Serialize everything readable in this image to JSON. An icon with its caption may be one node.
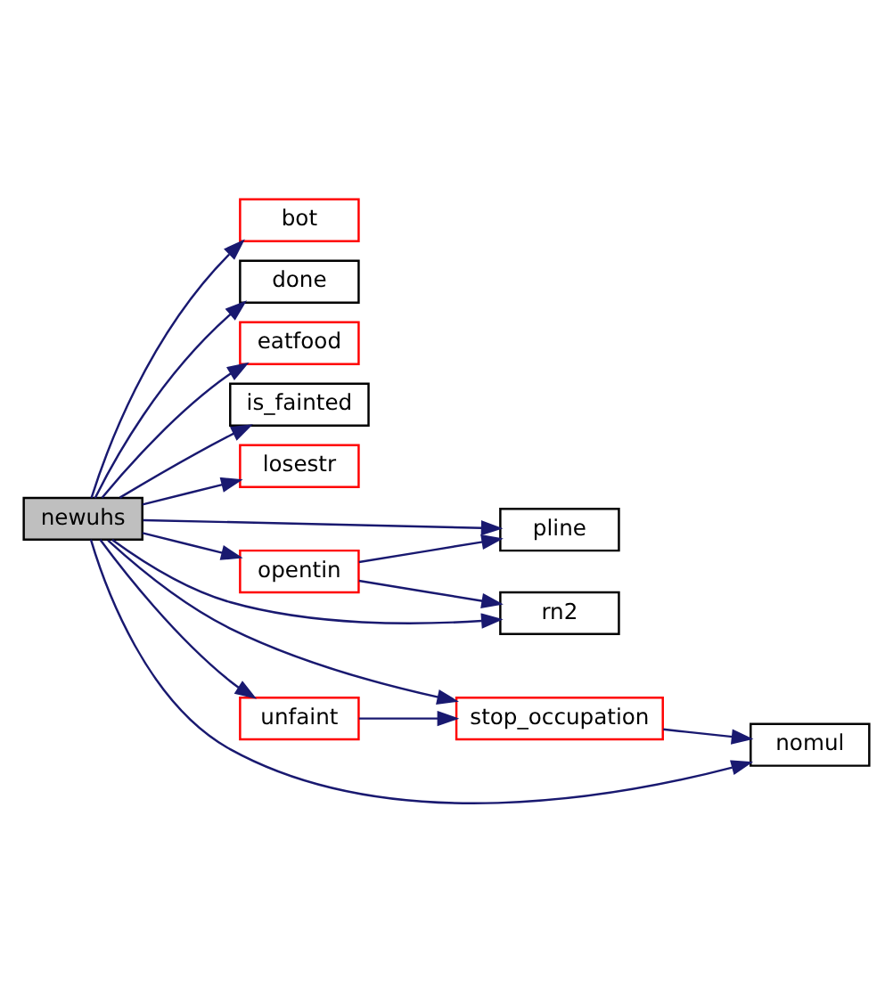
{
  "diagram": {
    "nodes": [
      {
        "text": [
          "newuhs"
        ]
      },
      {
        "text": [
          "bot"
        ]
      },
      {
        "text": [
          "done"
        ]
      },
      {
        "text": [
          "eatfood"
        ]
      },
      {
        "text": [
          "is_fainted"
        ]
      },
      {
        "text": [
          "losestr"
        ]
      },
      {
        "text": [
          "opentin"
        ]
      },
      {
        "text": [
          "pline"
        ]
      },
      {
        "text": [
          "rn2"
        ]
      },
      {
        "text": [
          "stop_occupation"
        ]
      },
      {
        "text": [
          "unfaint"
        ]
      },
      {
        "text": [
          "nomul"
        ]
      }
    ],
    "edges": [
      {
        "from": 0,
        "to": 1,
        "arrow": "to"
      },
      {
        "from": 0,
        "to": 2,
        "arrow": "to"
      },
      {
        "from": 0,
        "to": 3,
        "arrow": "to"
      },
      {
        "from": 0,
        "to": 4,
        "arrow": "to"
      },
      {
        "from": 0,
        "to": 5,
        "arrow": "to"
      },
      {
        "from": 0,
        "to": 11,
        "arrow": "to"
      },
      {
        "from": 0,
        "to": 6,
        "arrow": "to"
      },
      {
        "from": 0,
        "to": 7,
        "arrow": "to"
      },
      {
        "from": 0,
        "to": 8,
        "arrow": "to"
      },
      {
        "from": 0,
        "to": 9,
        "arrow": "to"
      },
      {
        "from": 0,
        "to": 10,
        "arrow": "to"
      },
      {
        "from": 6,
        "to": 7,
        "arrow": "to"
      },
      {
        "from": 6,
        "to": 8,
        "arrow": "to"
      },
      {
        "from": 9,
        "to": 11,
        "arrow": "to"
      },
      {
        "from": 10,
        "to": 9,
        "arrow": "to"
      }
    ]
  }
}
